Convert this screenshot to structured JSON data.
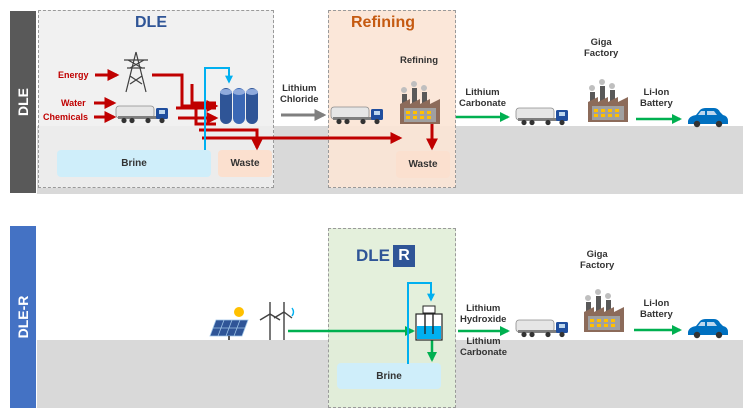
{
  "row1": {
    "side_label": "DLE",
    "dle_title": "DLE",
    "refining_title": "Refining",
    "inputs": {
      "energy": "Energy",
      "water": "Water",
      "chemicals": "Chemicals"
    },
    "brine": "Brine",
    "waste1": "Waste",
    "lithium_chloride": "Lithium\nChloride",
    "refining_label": "Refining",
    "waste2": "Waste",
    "lithium_carbonate": "Lithium\nCarbonate",
    "giga_factory": "Giga\nFactory",
    "li_ion_battery": "Li-Ion\nBattery"
  },
  "row2": {
    "side_label": "DLE-R",
    "logo_text": "DLE",
    "logo_badge": "R",
    "brine": "Brine",
    "lithium_hydroxide": "Lithium\nHydroxide",
    "lithium_carbonate": "Lithium\nCarbonate",
    "giga_factory": "Giga\nFactory",
    "li_ion_battery": "Li-Ion\nBattery"
  },
  "colors": {
    "side_dark": "#595959",
    "side_blue": "#4472c4",
    "ground": "#d9d9d9",
    "dle_box": "#efefef",
    "refining_box": "#fbe4d5",
    "dler_box": "#e2efd9",
    "brine": "#cfeefa",
    "waste": "#fbe0cf",
    "arrow_red": "#c00000",
    "arrow_green": "#00b050",
    "arrow_blue": "#00b0f0",
    "arrow_gray": "#7f7f7f",
    "title_blue": "#2f5597",
    "title_orange": "#c55a11"
  },
  "icons": [
    "power-tower-icon",
    "tanker-truck-icon",
    "resin-tanks-icon",
    "factory-icon",
    "car-icon",
    "solar-panel-icon",
    "wind-turbine-icon",
    "electrolyzer-icon"
  ]
}
